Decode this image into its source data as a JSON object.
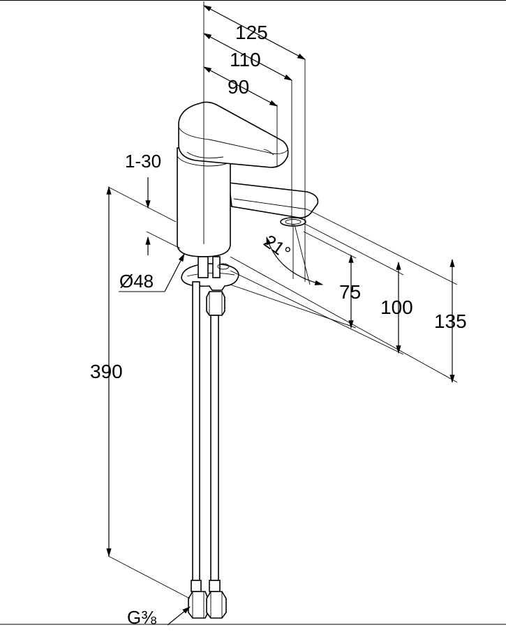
{
  "dimensions": {
    "width_125": "125",
    "width_110": "110",
    "width_90": "90",
    "flow_rate": "1-30",
    "angle": "21°",
    "diameter": "Ø48",
    "height_75": "75",
    "height_100": "100",
    "height_135": "135",
    "hose_length": "390"
  },
  "connection": {
    "thread": "G⅜"
  },
  "colors": {
    "line": "#000000",
    "background": "#ffffff"
  }
}
